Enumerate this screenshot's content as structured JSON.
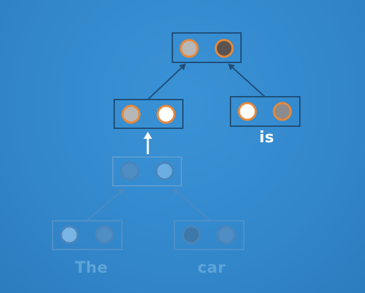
{
  "words": {
    "the": "The",
    "car": "car",
    "is": "is"
  }
}
